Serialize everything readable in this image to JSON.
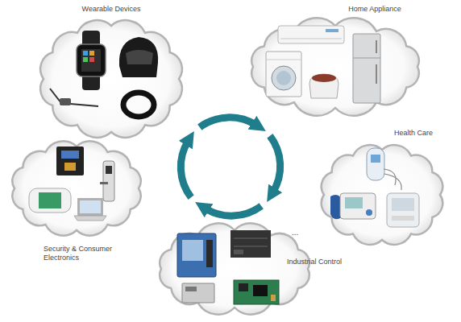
{
  "diagram": {
    "nodes": [
      {
        "text": [
          "Wearable Devices"
        ]
      },
      {
        "text": [
          "Home Appliance"
        ]
      },
      {
        "text": [
          "Health Care"
        ]
      },
      {
        "text": [
          "Security & Consumer Electronics"
        ]
      },
      {
        "text": [
          "Industrial Control"
        ]
      }
    ],
    "labels": [
      "..."
    ]
  }
}
